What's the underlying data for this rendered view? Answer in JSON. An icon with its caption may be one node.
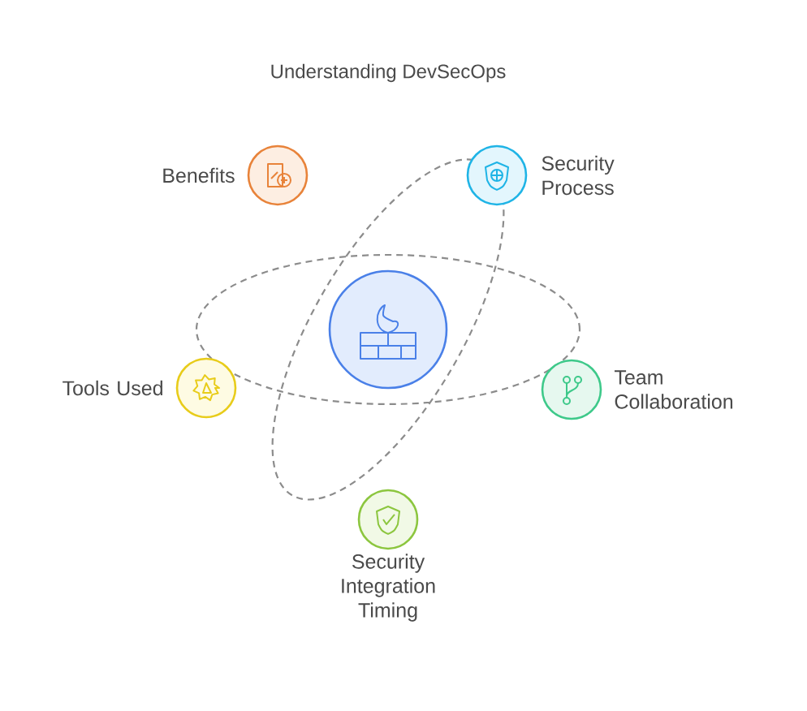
{
  "diagram": {
    "title": "Understanding DevSecOps",
    "nodes": [
      {
        "text": [],
        "shape": "circle",
        "beside": [
          "Benefits"
        ]
      },
      {
        "text": [],
        "shape": "circle",
        "beside": [
          "Security Process"
        ]
      },
      {
        "text": [],
        "shape": "circle"
      },
      {
        "text": [],
        "shape": "circle",
        "beside": [
          "Tools Used"
        ]
      },
      {
        "text": [],
        "shape": "circle",
        "beside": [
          "Team Collaboration"
        ]
      },
      {
        "text": [],
        "shape": "circle",
        "beside": [
          "Security Integration Timing"
        ]
      }
    ]
  }
}
